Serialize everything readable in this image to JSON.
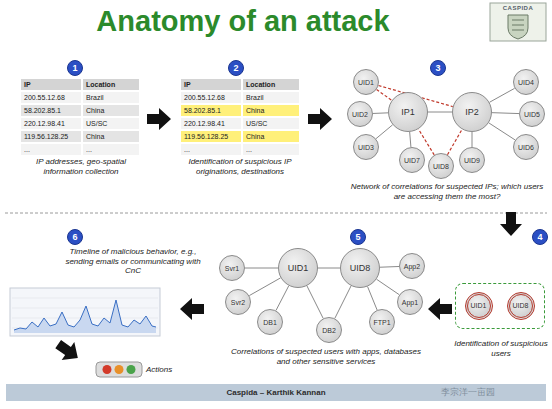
{
  "diagram": {
    "title": "Anatomy of an attack",
    "nodes": [
      {
        "text": [
          "1"
        ]
      },
      {
        "text": [
          "2"
        ]
      },
      {
        "text": [
          "3"
        ]
      },
      {
        "text": [
          "UID1"
        ]
      },
      {
        "text": [
          "UID2"
        ]
      },
      {
        "text": [
          "UID3"
        ]
      },
      {
        "text": [
          "IP1"
        ]
      },
      {
        "text": [
          "IP2"
        ]
      },
      {
        "text": [
          "UID4"
        ]
      },
      {
        "text": [
          "UID5"
        ]
      },
      {
        "text": [
          "UID6"
        ]
      },
      {
        "text": [
          "UID7"
        ]
      },
      {
        "text": [
          "UID8"
        ]
      },
      {
        "text": [
          "UID9"
        ]
      },
      {
        "text": [
          "6"
        ]
      },
      {
        "text": [
          "5"
        ]
      },
      {
        "text": [
          "4"
        ]
      },
      {
        "text": [
          "Identification of suspicious users"
        ]
      },
      {
        "text": [
          "UID1"
        ],
        "in": 17
      },
      {
        "text": [
          "UID8"
        ],
        "in": 17
      },
      {
        "text": [
          "Svr1"
        ]
      },
      {
        "text": [
          "UID1"
        ]
      },
      {
        "text": [
          "UID8"
        ]
      },
      {
        "text": [
          "App2"
        ]
      },
      {
        "text": [
          "Svr2"
        ]
      },
      {
        "text": [
          "App1"
        ]
      },
      {
        "text": [
          "DB1"
        ]
      },
      {
        "text": [
          "DB2"
        ]
      },
      {
        "text": [
          "FTP1"
        ]
      },
      {
        "text": [
          "Caspida – Karthik Kannan"
        ]
      }
    ],
    "edges": [
      {
        "from": 3,
        "to": 6,
        "arrow": "none"
      },
      {
        "from": 3,
        "to": 7,
        "arrow": "none"
      },
      {
        "from": 12,
        "to": 6,
        "arrow": "none"
      },
      {
        "from": 12,
        "to": 7,
        "arrow": "none"
      },
      {
        "from": 6,
        "to": 7,
        "arrow": "none"
      },
      {
        "from": 6,
        "to": 4,
        "arrow": "none"
      },
      {
        "from": 6,
        "to": 5,
        "arrow": "none"
      },
      {
        "from": 6,
        "to": 11,
        "arrow": "none"
      },
      {
        "from": 7,
        "to": 8,
        "arrow": "none"
      },
      {
        "from": 7,
        "to": 9,
        "arrow": "none"
      },
      {
        "from": 7,
        "to": 10,
        "arrow": "none"
      },
      {
        "from": 7,
        "to": 13,
        "arrow": "none"
      },
      {
        "from": 21,
        "to": 22,
        "arrow": "none"
      },
      {
        "from": 21,
        "to": 20,
        "arrow": "none"
      },
      {
        "from": 21,
        "to": 24,
        "arrow": "none"
      },
      {
        "from": 21,
        "to": 26,
        "arrow": "none"
      },
      {
        "from": 21,
        "to": 27,
        "arrow": "none"
      },
      {
        "from": 22,
        "to": 27,
        "arrow": "none"
      },
      {
        "from": 22,
        "to": 28,
        "arrow": "none"
      },
      {
        "from": 22,
        "to": 25,
        "arrow": "none"
      },
      {
        "from": 22,
        "to": 23,
        "arrow": "none"
      }
    ],
    "labels": [
      "CASPIDA",
      "IP",
      "Location",
      "200.55.12.68",
      "Brazil",
      "58.202.85.1",
      "China",
      "220.12.98.41",
      "US/SC",
      "119.56.128.25",
      "China",
      "...",
      "...",
      "IP",
      "Location",
      "200.55.12.68",
      "Brazil",
      "58.202.85.1",
      "China",
      "220.12.98.41",
      "US/SC",
      "119.56.128.25",
      "China",
      "...",
      "...",
      "IP addresses, geo-spatial information collection",
      "Identification of suspicious IP originations, destinations",
      "Network of correlations for suspected IPs; which users are accessing them the most?",
      "Timeline of malicious behavior, e.g., sending emails or communicating with CnC",
      "Correlations of suspected users with apps, databases and other sensitive services",
      "Actions",
      "李宗洋一亩园"
    ]
  }
}
